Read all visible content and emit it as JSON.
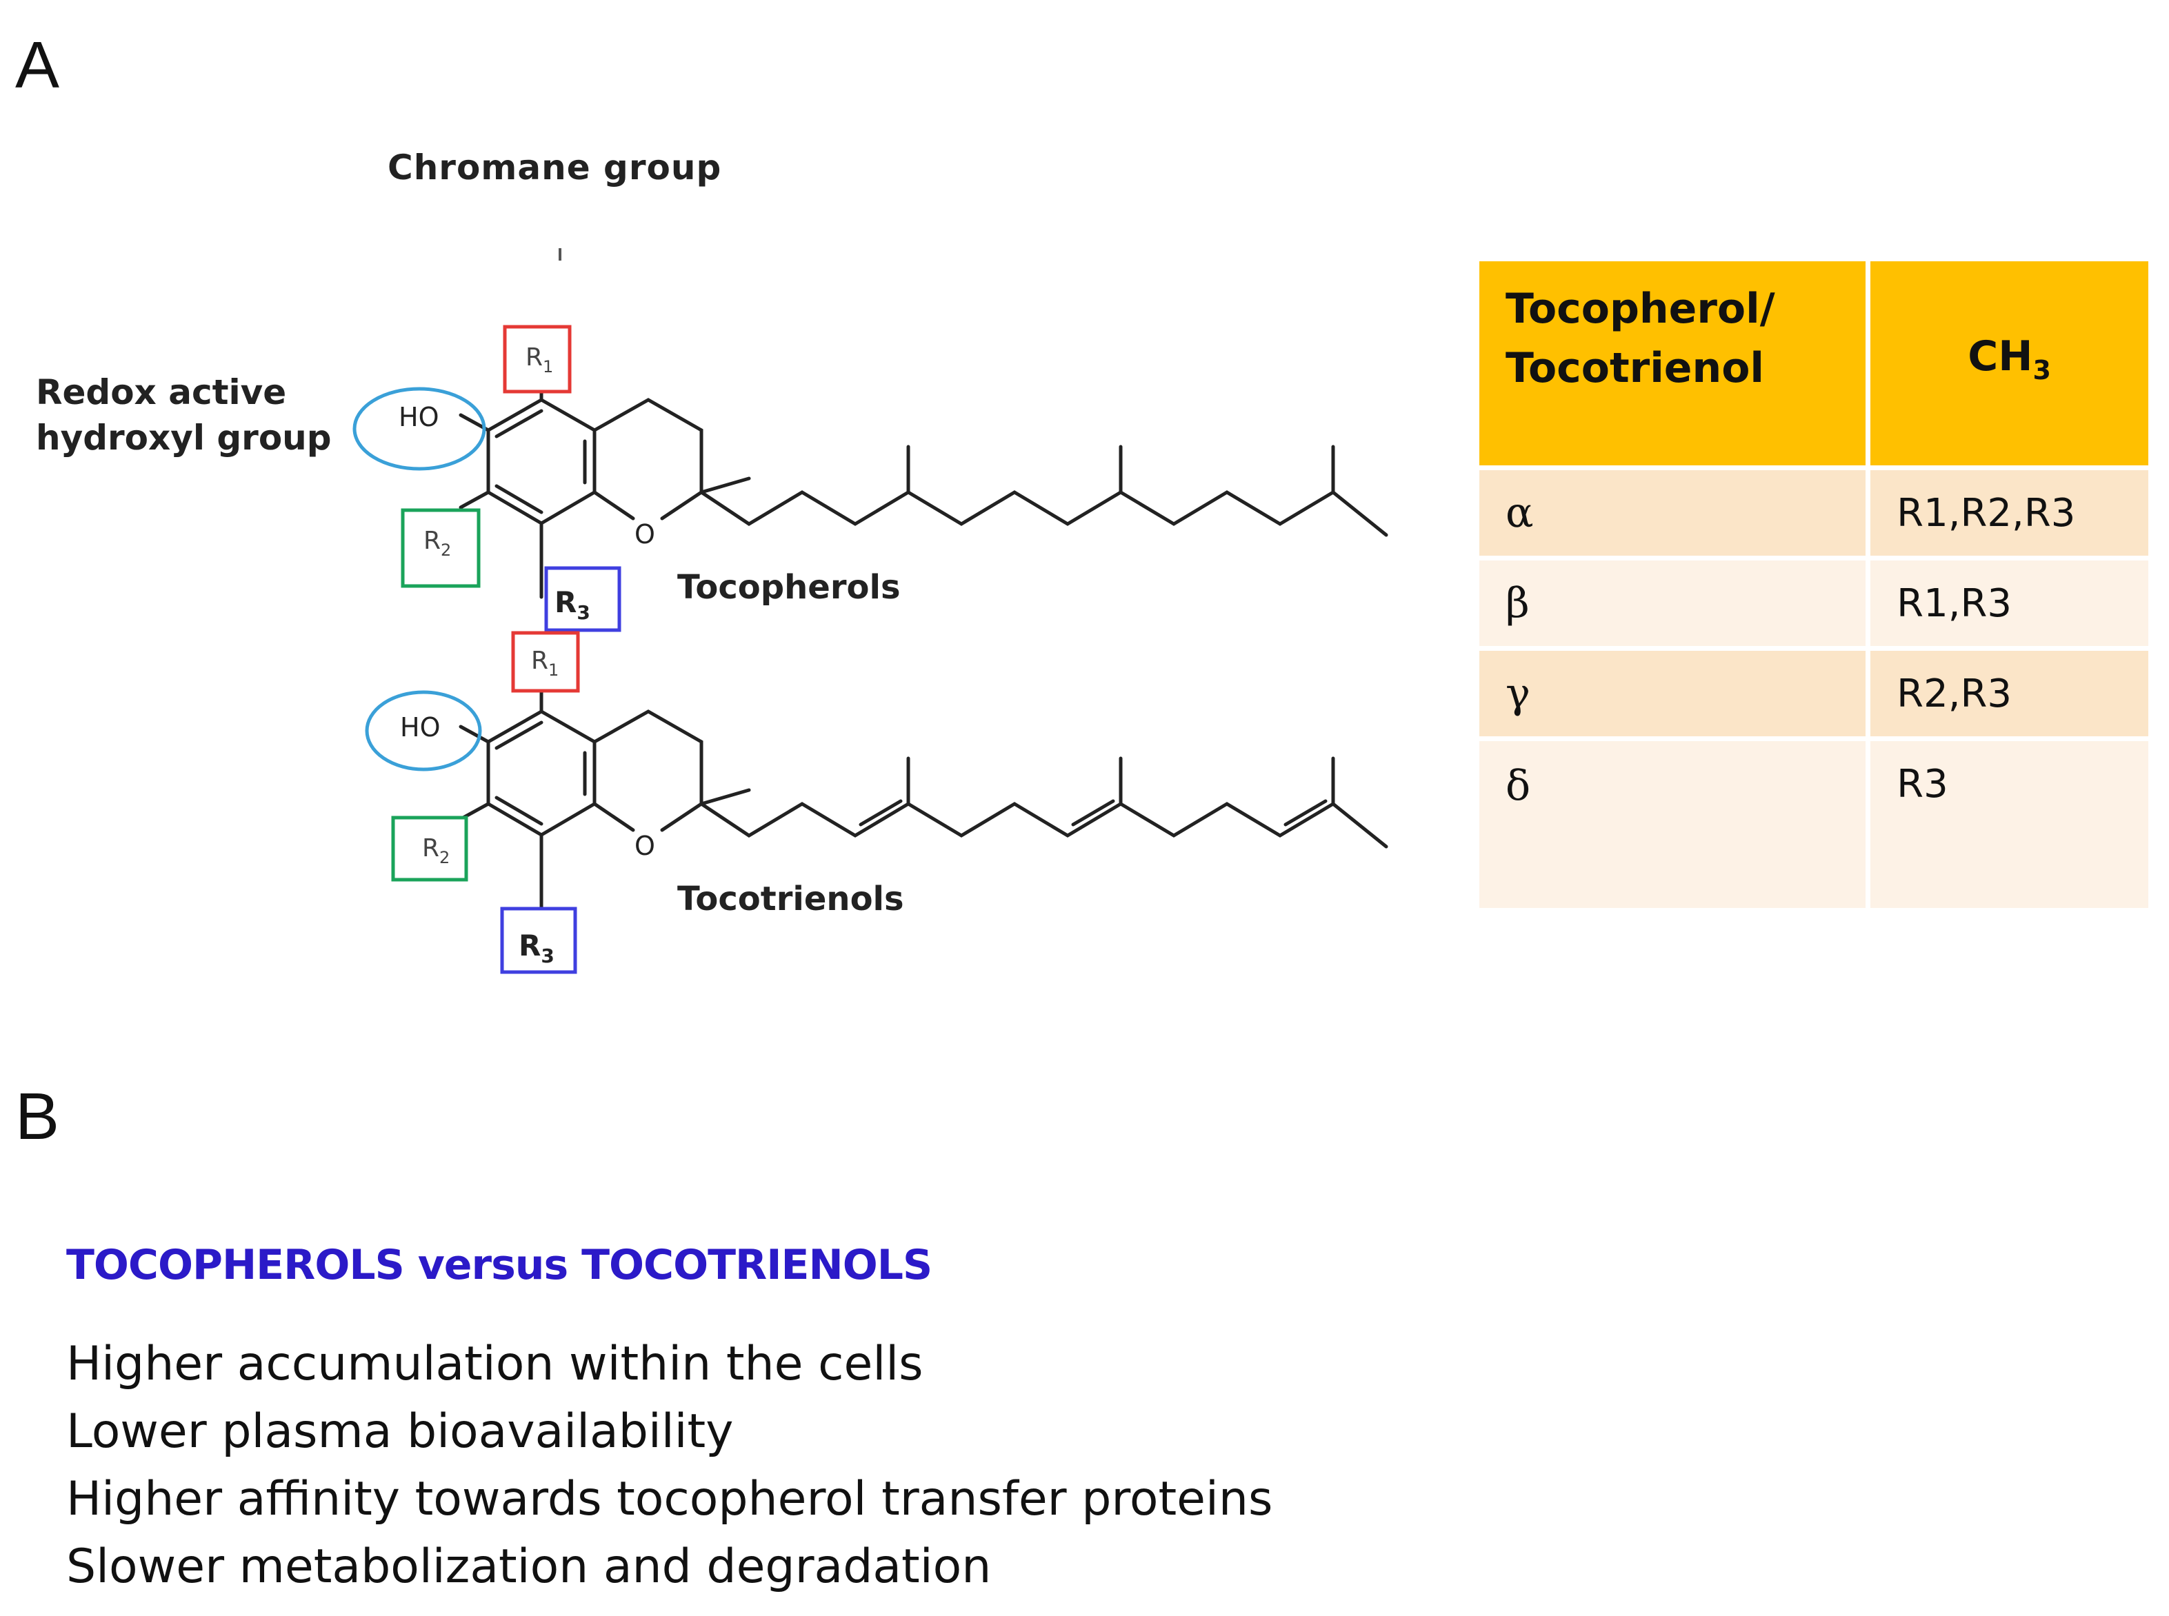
{
  "panel_labels": {
    "a": "A",
    "b": "B"
  },
  "diagram": {
    "chromane_label": "Chromane group",
    "redox_label_line1": "Redox active",
    "redox_label_line2": "hydroxyl group",
    "tocopherols_label": "Tocopherols",
    "tocotrienols_label": "Tocotrienols",
    "ho": "HO",
    "o": "O",
    "r": "R",
    "sub1": "1",
    "sub2": "2",
    "sub3": "3",
    "colors": {
      "hydroxyl_circle": "#3aa0d8",
      "r1_box": "#e53935",
      "r2_box": "#1aa35a",
      "r3_box": "#3f3fe0",
      "bond": "#222222"
    }
  },
  "table": {
    "header_col1_line1": "Tocopherol/",
    "header_col1_line2": "Tocotrienol",
    "header_col2_main": "CH",
    "header_col2_sub": "3",
    "header_color": "#ffc000",
    "rows": [
      {
        "form": "α",
        "positions": "R1,R2,R3"
      },
      {
        "form": "β",
        "positions": "R1,R3"
      },
      {
        "form": "γ",
        "positions": "R2,R3"
      },
      {
        "form": "δ",
        "positions": "R3"
      }
    ]
  },
  "part_b": {
    "heading": "TOCOPHEROLS  versus TOCOTRIENOLS",
    "heading_color": "#2b1ac8",
    "points": [
      "Higher accumulation within the cells",
      "Lower plasma bioavailability",
      "Higher affinity towards tocopherol transfer proteins",
      "Slower metabolization and degradation"
    ]
  }
}
